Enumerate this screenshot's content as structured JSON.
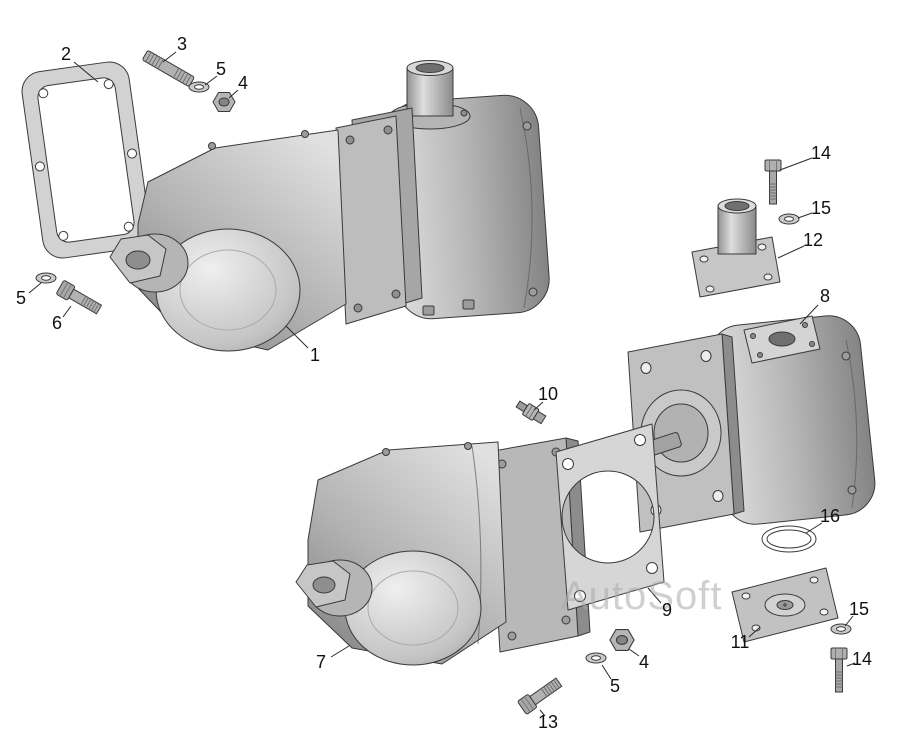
{
  "diagram": {
    "watermark": "AutoSoft",
    "callouts": [
      {
        "label": "2"
      },
      {
        "label": "3"
      },
      {
        "label": "5"
      },
      {
        "label": "4"
      },
      {
        "label": "1"
      },
      {
        "label": "5"
      },
      {
        "label": "6"
      },
      {
        "label": "14"
      },
      {
        "label": "15"
      },
      {
        "label": "12"
      },
      {
        "label": "8"
      },
      {
        "label": "10"
      },
      {
        "label": "16"
      },
      {
        "label": "9"
      },
      {
        "label": "11"
      },
      {
        "label": "15"
      },
      {
        "label": "14"
      },
      {
        "label": "7"
      },
      {
        "label": "4"
      },
      {
        "label": "5"
      },
      {
        "label": "13"
      }
    ],
    "colors": {
      "background": "#ffffff",
      "outline": "#3a3a3a",
      "watermark_gray": "#a9a9a9"
    }
  }
}
